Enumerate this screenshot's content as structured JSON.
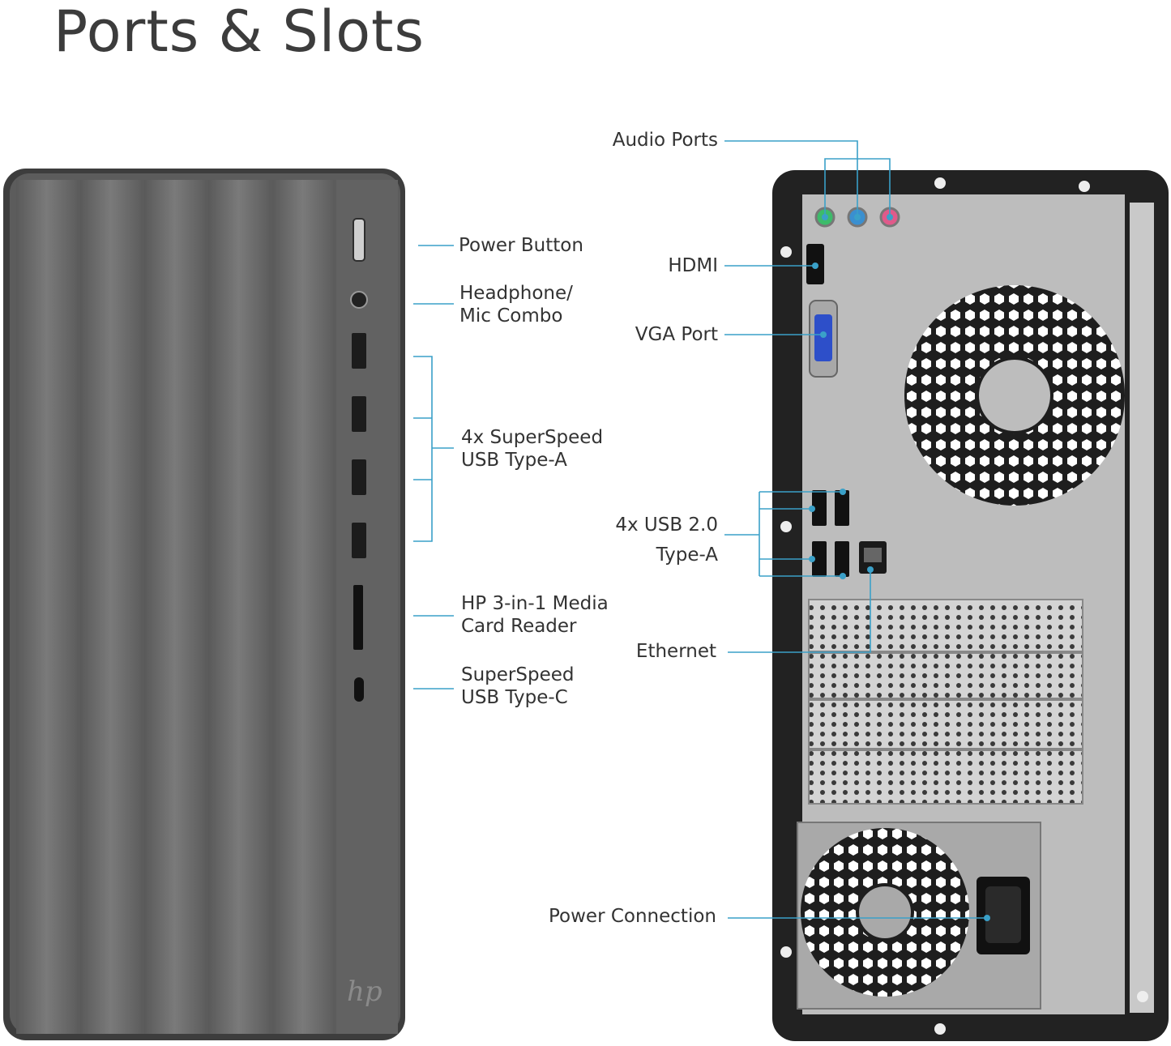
{
  "title": "Ports & Slots",
  "front_labels": {
    "power_button": "Power Button",
    "headphone_1": "Headphone/",
    "headphone_2": "Mic Combo",
    "usb_a_1": "4x SuperSpeed",
    "usb_a_2": "USB Type-A",
    "card_1": "HP 3-in-1 Media",
    "card_2": "Card Reader",
    "usb_c_1": "SuperSpeed",
    "usb_c_2": "USB Type-C"
  },
  "rear_labels": {
    "audio": "Audio Ports",
    "hdmi": "HDMI",
    "vga": "VGA Port",
    "usb2_1": "4x USB 2.0",
    "usb2_2": "Type-A",
    "ethernet": "Ethernet",
    "power": "Power Connection"
  },
  "colors": {
    "callout": "#3aa0c8",
    "case_front": "#6b6b6b",
    "case_back": "#b9b9b9",
    "audio_green": "#3dbb6a",
    "audio_blue": "#3a8fd0",
    "audio_pink": "#e05a8a",
    "vga_blue": "#2d4fc9"
  }
}
